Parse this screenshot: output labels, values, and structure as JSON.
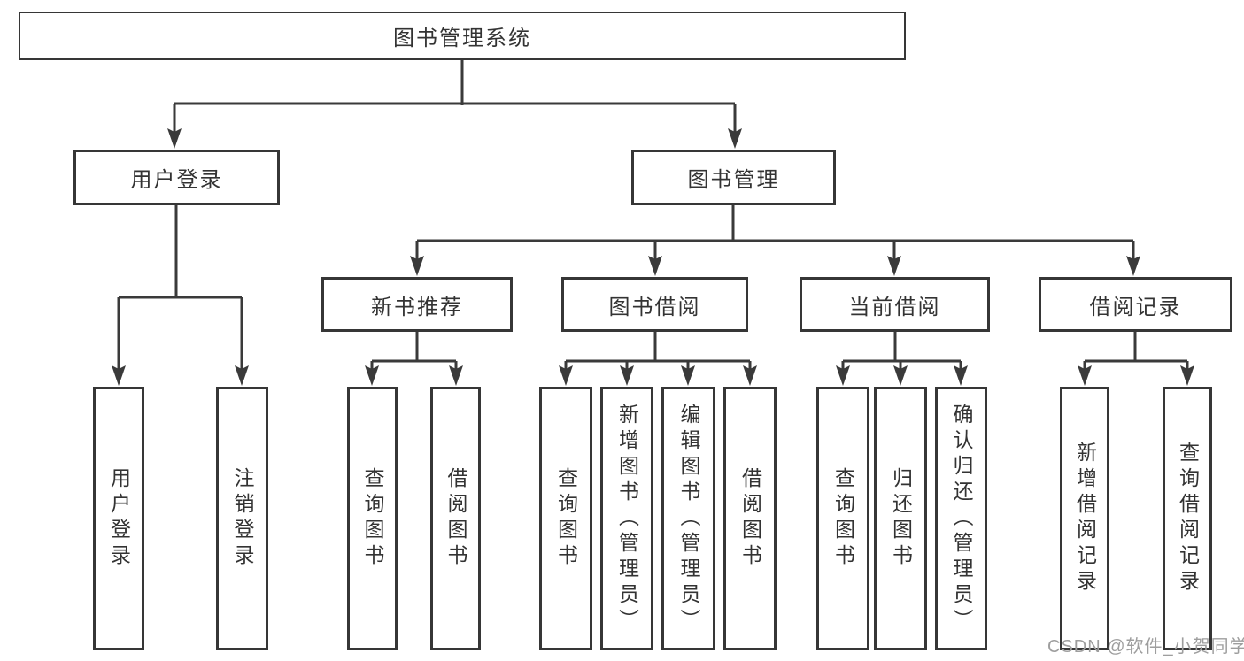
{
  "nodes": {
    "root": {
      "label": "图书管理系统"
    },
    "user_login": {
      "label": "用户登录"
    },
    "book_mgmt": {
      "label": "图书管理"
    },
    "new_book_rec": {
      "label": "新书推荐"
    },
    "book_borrow": {
      "label": "图书借阅"
    },
    "current_borrow": {
      "label": "当前借阅"
    },
    "borrow_records": {
      "label": "借阅记录"
    },
    "leaf_user_login": {
      "label": "用户登录"
    },
    "leaf_logout": {
      "label": "注销登录"
    },
    "leaf_nbr_query": {
      "label": "查询图书"
    },
    "leaf_nbr_borrow": {
      "label": "借阅图书"
    },
    "leaf_bb_query": {
      "label": "查询图书"
    },
    "leaf_bb_add": {
      "label": "新增图书（管理员）"
    },
    "leaf_bb_edit": {
      "label": "编辑图书（管理员）"
    },
    "leaf_bb_borrow": {
      "label": "借阅图书"
    },
    "leaf_cb_query": {
      "label": "查询图书"
    },
    "leaf_cb_return": {
      "label": "归还图书"
    },
    "leaf_cb_confirm": {
      "label": "确认归还（管理员）"
    },
    "leaf_br_add": {
      "label": "新增借阅记录"
    },
    "leaf_br_query": {
      "label": "查询借阅记录"
    }
  },
  "hierarchy": {
    "图书管理系统": [
      "用户登录",
      "图书管理"
    ],
    "用户登录": [
      "用户登录",
      "注销登录"
    ],
    "图书管理": [
      "新书推荐",
      "图书借阅",
      "当前借阅",
      "借阅记录"
    ],
    "新书推荐": [
      "查询图书",
      "借阅图书"
    ],
    "图书借阅": [
      "查询图书",
      "新增图书（管理员）",
      "编辑图书（管理员）",
      "借阅图书"
    ],
    "当前借阅": [
      "查询图书",
      "归还图书",
      "确认归还（管理员）"
    ],
    "借阅记录": [
      "新增借阅记录",
      "查询借阅记录"
    ]
  },
  "watermark": {
    "text": "CSDN @软件_小贺同学"
  },
  "colors": {
    "line": "#3a3a3a",
    "border": "#363636",
    "text": "#333333",
    "background": "#ffffff",
    "watermark": "#9e9e9e"
  }
}
